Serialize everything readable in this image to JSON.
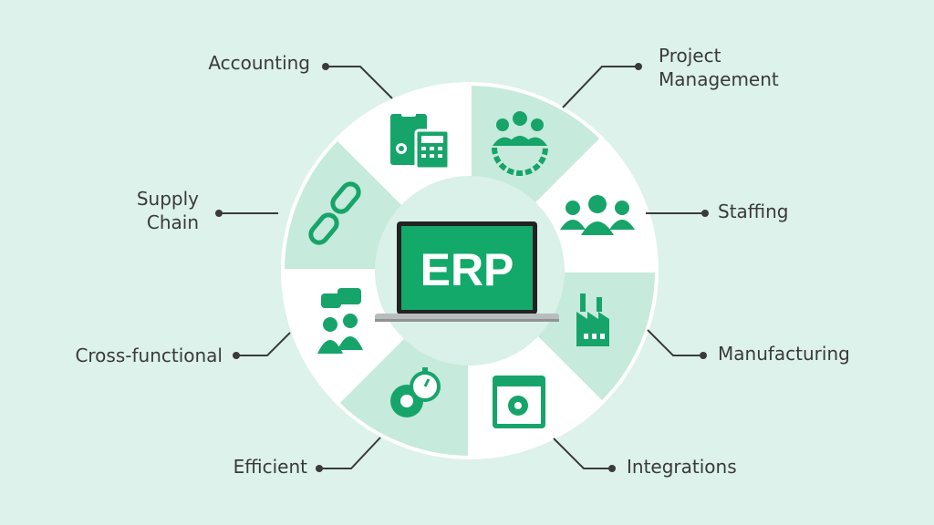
{
  "center": {
    "label": "ERP"
  },
  "modules": [
    {
      "id": "accounting",
      "lines": [
        "Accounting"
      ],
      "icon": "accounting-calculator-icon"
    },
    {
      "id": "project-management",
      "lines": [
        "Project",
        "Management"
      ],
      "icon": "team-gear-icon"
    },
    {
      "id": "staffing",
      "lines": [
        "Staffing"
      ],
      "icon": "people-group-icon"
    },
    {
      "id": "manufacturing",
      "lines": [
        "Manufacturing"
      ],
      "icon": "factory-icon"
    },
    {
      "id": "integrations",
      "lines": [
        "Integrations"
      ],
      "icon": "browser-gear-icon"
    },
    {
      "id": "efficient",
      "lines": [
        "Efficient"
      ],
      "icon": "gear-stopwatch-icon"
    },
    {
      "id": "cross-functional",
      "lines": [
        "Cross-functional"
      ],
      "icon": "people-chat-icon"
    },
    {
      "id": "supply-chain",
      "lines": [
        "Supply",
        "Chain"
      ],
      "icon": "chain-link-icon"
    }
  ],
  "colors": {
    "background": "#dcf2ea",
    "segment_green": "#c6eadb",
    "segment_white": "#ffffff",
    "icon": "#17a46b",
    "text": "#3a3a3a",
    "connector": "#3a3a3a"
  }
}
